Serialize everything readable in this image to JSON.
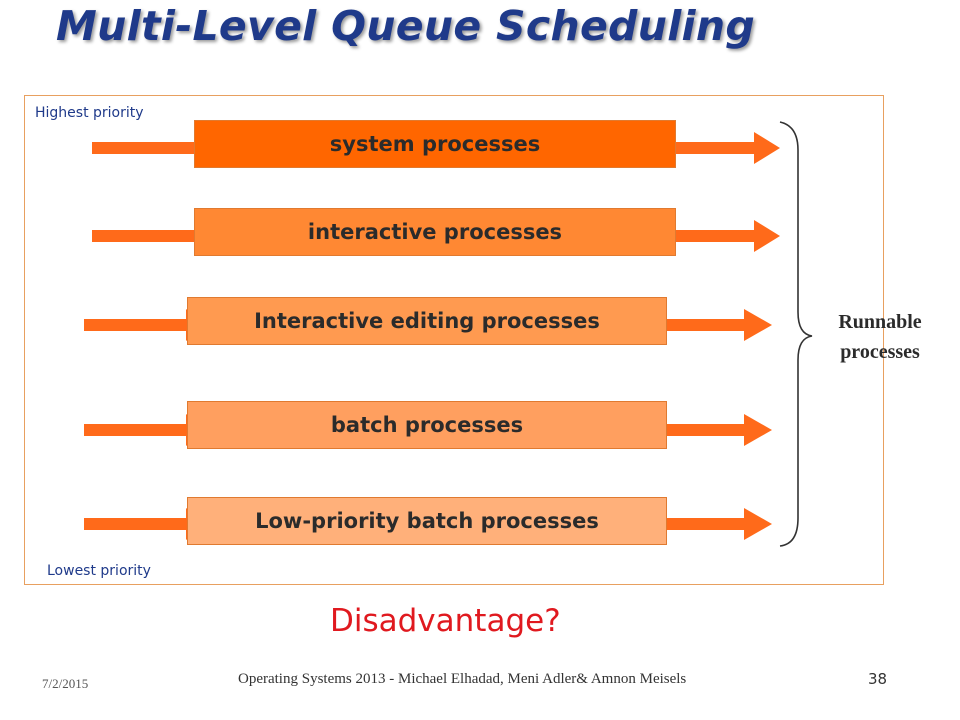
{
  "title": "Multi-Level Queue Scheduling",
  "priority_labels": {
    "highest": "Highest priority",
    "lowest": "Lowest priority"
  },
  "queues": [
    {
      "label": "system processes",
      "color": "#ff6600"
    },
    {
      "label": "interactive processes",
      "color": "#ff8833"
    },
    {
      "label": "Interactive editing processes",
      "color": "#ff9a50"
    },
    {
      "label": "batch processes",
      "color": "#ff9f5f"
    },
    {
      "label": "Low-priority batch processes",
      "color": "#ffb07a"
    }
  ],
  "arrow_color": "#ff6a1a",
  "brace_label": {
    "line1": "Runnable",
    "line2": "processes"
  },
  "question": "Disadvantage?",
  "footer": {
    "date": "7/2/2015",
    "credit": "Operating Systems 2013 - Michael Elhadad, Meni Adler& Amnon Meisels",
    "page": "38"
  }
}
